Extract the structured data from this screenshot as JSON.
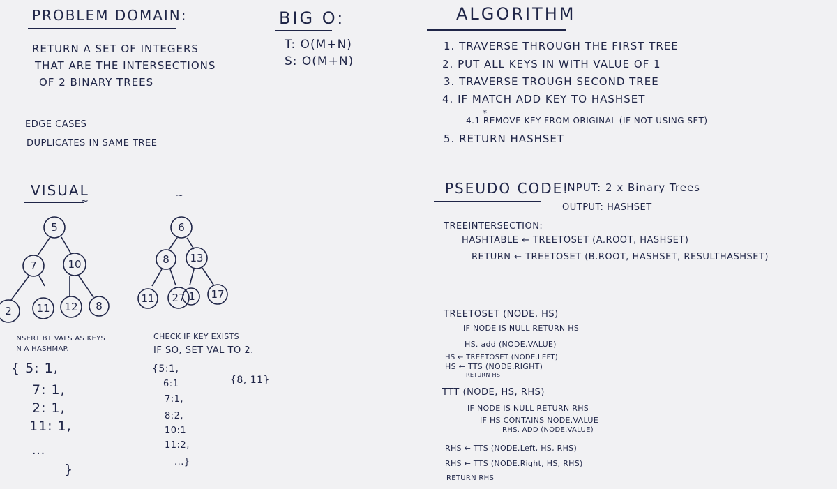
{
  "problem_domain": {
    "heading": "PROBLEM DOMAIN:",
    "lines": [
      "RETURN A SET OF INTEGERS",
      "THAT ARE THE INTERSECTIONS",
      "OF 2 BINARY TREES"
    ]
  },
  "edge_cases": {
    "heading": "EDGE CASES",
    "text": "DUPLICATES IN SAME TREE"
  },
  "big_o": {
    "heading": "BIG O:",
    "time": "T: O(M+N)",
    "space": "S: O(M+N)"
  },
  "algorithm": {
    "heading": "ALGORITHM",
    "steps": [
      "1. TRAVERSE THROUGH THE FIRST TREE",
      "2. PUT ALL KEYS IN WITH VALUE OF 1",
      "3. TRAVERSE TROUGH SECOND TREE",
      "4. IF MATCH ADD KEY TO HASHSET",
      "4.1 REMOVE KEY FROM ORIGINAL (IF NOT USING SET)",
      "5. RETURN HASHSET"
    ],
    "footnote_mark": "*"
  },
  "visual": {
    "heading": "VISUAL",
    "tree_a": {
      "nodes": [
        "5",
        "7",
        "10",
        "2",
        "11",
        "12",
        "8"
      ],
      "mark": "~"
    },
    "tree_b": {
      "nodes": [
        "6",
        "8",
        "13",
        "11",
        "27",
        "1",
        "17"
      ],
      "mark": "~"
    },
    "map_a": {
      "caption": [
        "INSERT BT VALS AS KEYS",
        "IN A HASHMAP."
      ],
      "entries": [
        "{ 5: 1,",
        "7: 1,",
        "2: 1,",
        "11: 1,",
        "...",
        "}"
      ]
    },
    "map_b": {
      "caption": [
        "CHECK IF KEY EXISTS",
        "IF SO, SET VAL TO 2."
      ],
      "entries": [
        "{5:1,",
        "6:1",
        "7:1,",
        "8:2,",
        "10:1",
        "11:2,",
        "...}"
      ]
    },
    "result": "{8, 11}"
  },
  "pseudo": {
    "heading": "PSEUDO CODE:",
    "input": "INPUT: 2 x Binary Trees",
    "output": "OUTPUT: HASHSET",
    "tree_intersection": [
      "TREEINTERSECTION:",
      "HASHTABLE ← TREETOSET (A.ROOT, HASHSET)",
      "RETURN ← TREETOSET (B.ROOT, HASHSET, RESULTHASHSET)"
    ],
    "tree_to_set": [
      "TREETOSET (NODE, HS)",
      "IF NODE IS NULL RETURN HS",
      "HS. add (NODE.VALUE)",
      "HS ← TREETOSET (NODE.LEFT)",
      "HS ← TTS (NODE.RIGHT)",
      "RETURN HS"
    ],
    "tts": [
      "TTT (NODE, HS, RHS)",
      "IF NODE IS NULL RETURN RHS",
      "IF HS CONTAINS NODE.VALUE",
      "RHS. ADD (NODE.VALUE)",
      "RHS ← TTS (NODE.Left, HS, RHS)",
      "RHS ← TTS (NODE.Right, HS, RHS)",
      "RETURN RHS"
    ]
  }
}
